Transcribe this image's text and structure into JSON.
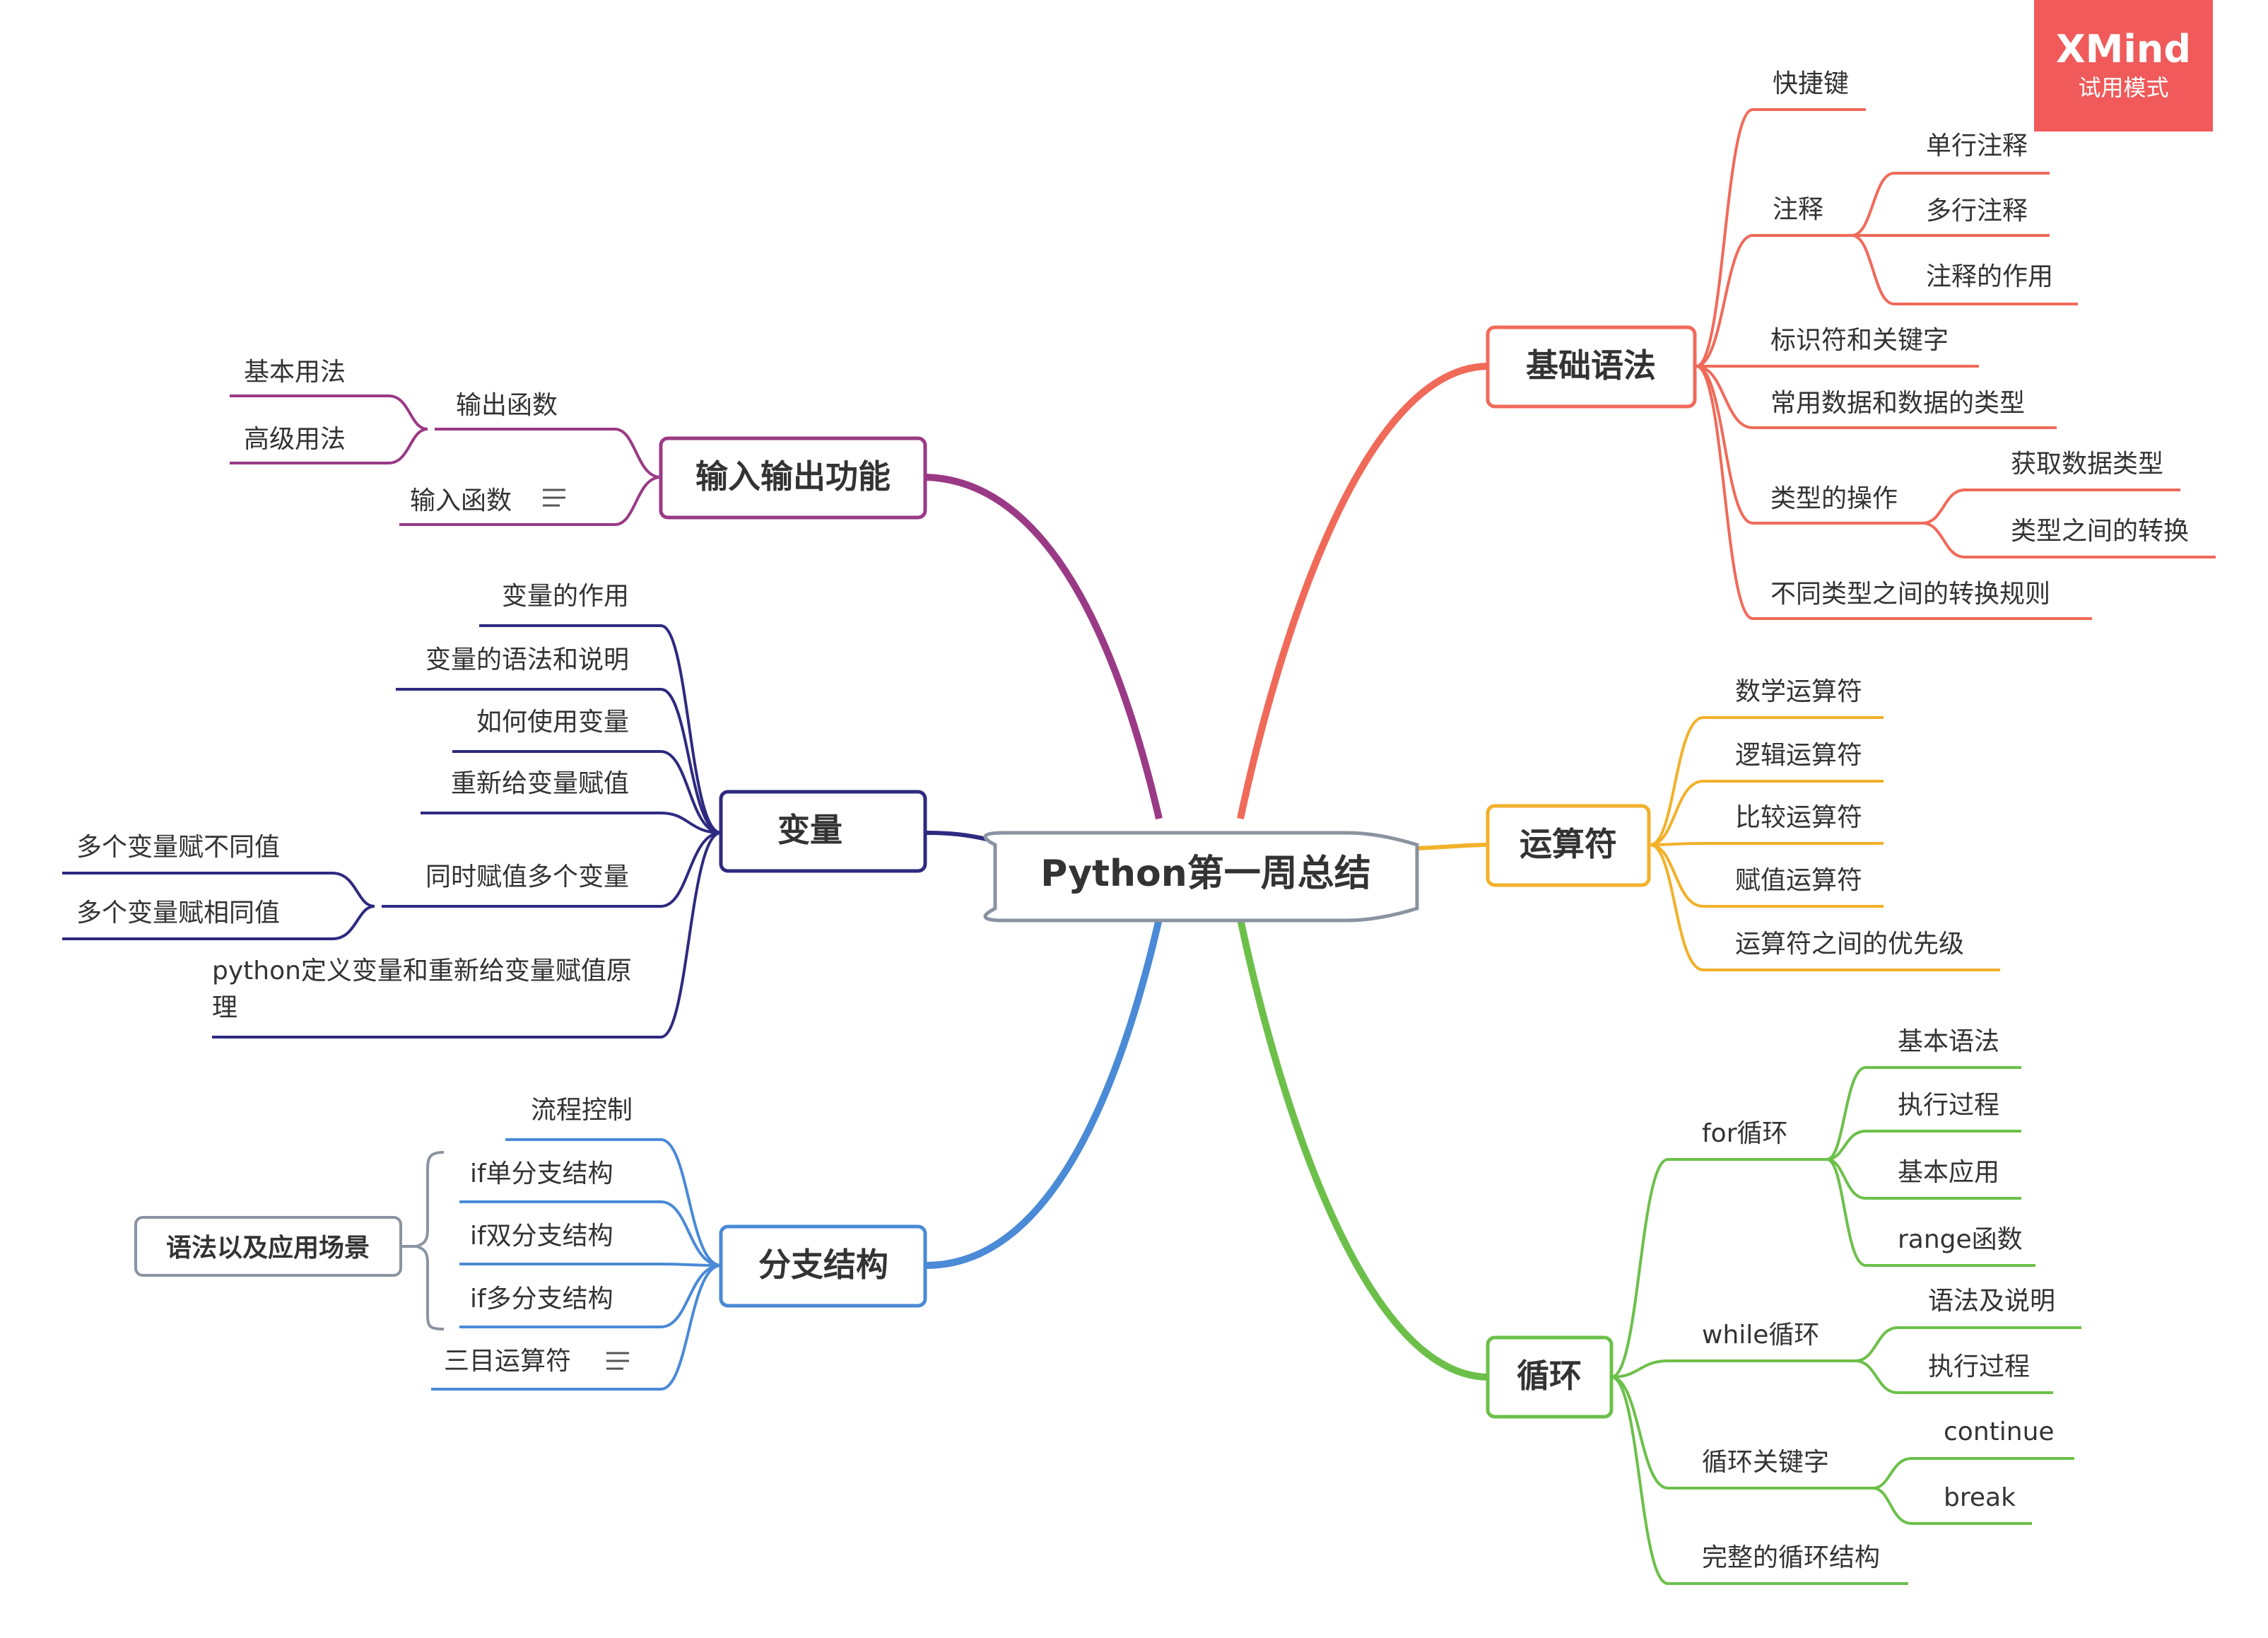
{
  "watermark": {
    "title": "XMind",
    "subtitle": "试用模式"
  },
  "colors": {
    "purple": "#9a3a86",
    "navy": "#2e2a80",
    "blue": "#4a8ad6",
    "red": "#f06a5a",
    "yellow": "#f2b12a",
    "green": "#6cc04a",
    "central": "#8a93a0"
  },
  "central": "Python第一周总结",
  "branches": {
    "io": {
      "label": "输入输出功能",
      "output": "输出函数",
      "basic": "基本用法",
      "advanced": "高级用法",
      "input": "输入函数"
    },
    "variable": {
      "label": "变量",
      "role": "变量的作用",
      "syntax": "变量的语法和说明",
      "usage": "如何使用变量",
      "reassign": "重新给变量赋值",
      "multi": "同时赋值多个变量",
      "diff": "多个变量赋不同值",
      "same": "多个变量赋相同值",
      "principle": "python定义变量和重新给变量赋值原理"
    },
    "branch": {
      "label": "分支结构",
      "flow": "流程控制",
      "if_single": "if单分支结构",
      "if_double": "if双分支结构",
      "if_multi": "if多分支结构",
      "ternary": "三目运算符",
      "summary": "语法以及应用场景"
    },
    "basics": {
      "label": "基础语法",
      "shortcut": "快捷键",
      "comment": "注释",
      "single": "单行注释",
      "multi": "多行注释",
      "role": "注释的作用",
      "identifier": "标识符和关键字",
      "datatypes": "常用数据和数据的类型",
      "typeops": "类型的操作",
      "gettype": "获取数据类型",
      "convert": "类型之间的转换",
      "rules": "不同类型之间的转换规则"
    },
    "operators": {
      "label": "运算符",
      "math": "数学运算符",
      "logic": "逻辑运算符",
      "compare": "比较运算符",
      "assign": "赋值运算符",
      "priority": "运算符之间的优先级"
    },
    "loop": {
      "label": "循环",
      "for": "for循环",
      "for_syntax": "基本语法",
      "for_exec": "执行过程",
      "for_app": "基本应用",
      "range": "range函数",
      "while": "while循环",
      "while_syntax": "语法及说明",
      "while_exec": "执行过程",
      "keywords": "循环关键字",
      "continue": "continue",
      "break": "break",
      "complete": "完整的循环结构"
    }
  }
}
